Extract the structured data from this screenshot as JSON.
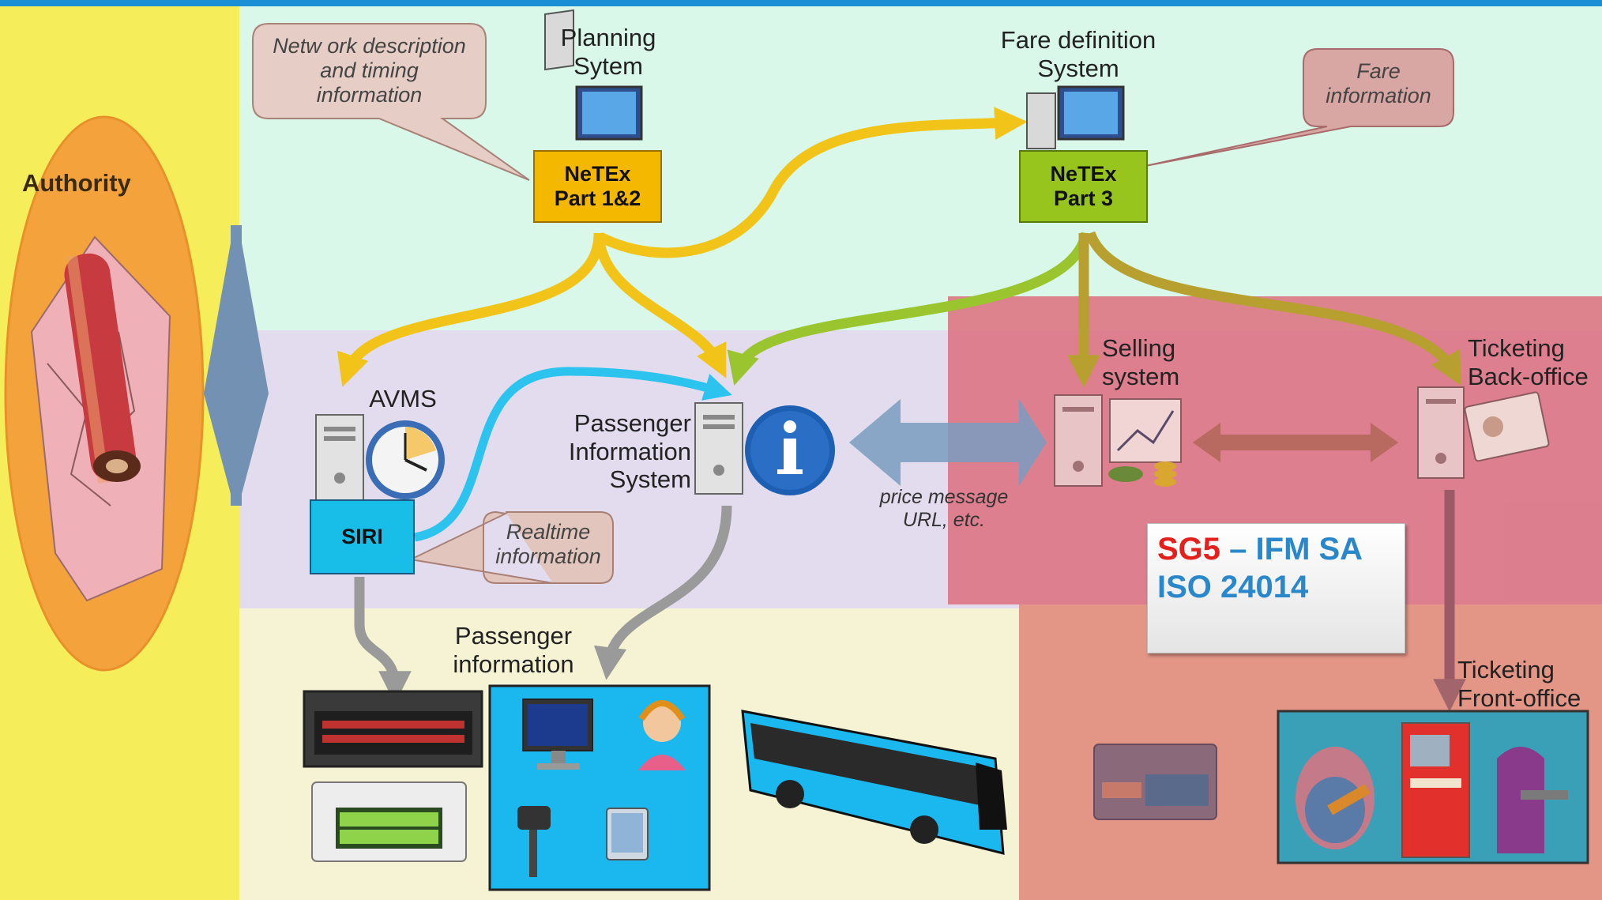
{
  "authority": {
    "label": "Authority"
  },
  "planning": {
    "title_line1": "Planning",
    "title_line2": "Sytem",
    "box_line1": "NeTEx",
    "box_line2": "Part 1&2",
    "callout_line1": "Netw ork description",
    "callout_line2": "and timing",
    "callout_line3": "information"
  },
  "fare": {
    "title_line1": "Fare definition",
    "title_line2": "System",
    "box_line1": "NeTEx",
    "box_line2": "Part 3",
    "callout_line1": "Fare",
    "callout_line2": "information"
  },
  "avms": {
    "title": "AVMS",
    "box": "SIRI",
    "callout_line1": "Realtime",
    "callout_line2": "information"
  },
  "pis": {
    "line1": "Passenger",
    "line2": "Information",
    "line3": "System"
  },
  "exchange": {
    "line1": "price message",
    "line2": "URL, etc."
  },
  "selling": {
    "line1": "Selling",
    "line2": "system"
  },
  "backoffice": {
    "line1": "Ticketing",
    "line2": "Back-office"
  },
  "frontoffice": {
    "line1": "Ticketing",
    "line2": "Front-office"
  },
  "passenger_info": {
    "line1": "Passenger",
    "line2": "information"
  },
  "sg5": {
    "code": "SG5",
    "rest": " – IFM SA",
    "line2": "ISO 24014"
  },
  "colors": {
    "top_bar": "#1a8fd6",
    "authority_zone": "#f5ee5a",
    "planning_zone": "#d9f8ea",
    "middle_zone": "#e2dcee",
    "bottom_zone": "#f6f3d4",
    "ifm_zone": "#d9707c",
    "netex12": "#f5b800",
    "netex3": "#97c51e",
    "siri": "#18bde8",
    "arrow_yellow": "#f2c318",
    "arrow_green": "#9ac52e",
    "arrow_cyan": "#2cc3ee",
    "arrow_gray": "#9a9a9a",
    "sg5_red": "#e4201c",
    "sg5_blue": "#2a87c9"
  }
}
